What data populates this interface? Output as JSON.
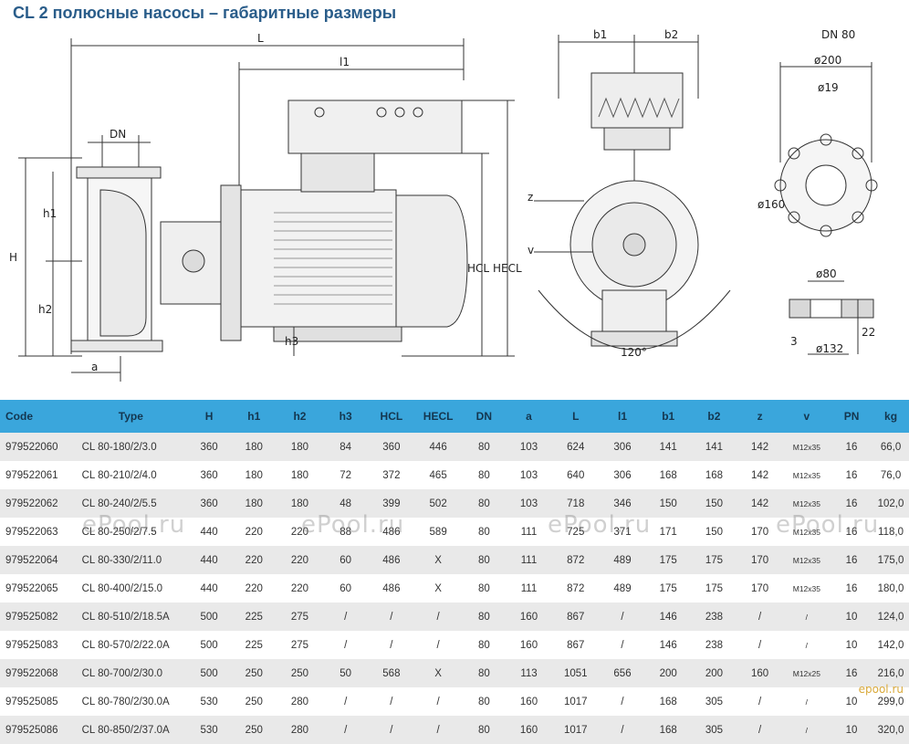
{
  "title": "CL 2 полюсные насосы – габаритные размеры",
  "drawing": {
    "labels": {
      "L": "L",
      "l1": "l1",
      "DN": "DN",
      "h1": "h1",
      "H": "H",
      "h2": "h2",
      "a": "a",
      "h3": "h3",
      "HCL": "HCL",
      "HECL": "HECL",
      "b1": "b1",
      "b2": "b2",
      "z": "z",
      "v": "v",
      "angle": "120°",
      "flange_title": "DN 80",
      "d200": "ø200",
      "d19": "ø19",
      "d160": "ø160",
      "d80": "ø80",
      "d132": "ø132",
      "t3": "3",
      "t22": "22"
    }
  },
  "table": {
    "columns": [
      "Code",
      "Type",
      "H",
      "h1",
      "h2",
      "h3",
      "HCL",
      "HECL",
      "DN",
      "a",
      "L",
      "l1",
      "b1",
      "b2",
      "z",
      "v",
      "PN",
      "kg"
    ],
    "rows": [
      [
        "979522060",
        "CL 80-180/2/3.0",
        "360",
        "180",
        "180",
        "84",
        "360",
        "446",
        "80",
        "103",
        "624",
        "306",
        "141",
        "141",
        "142",
        "M12x35",
        "16",
        "66,0"
      ],
      [
        "979522061",
        "CL 80-210/2/4.0",
        "360",
        "180",
        "180",
        "72",
        "372",
        "465",
        "80",
        "103",
        "640",
        "306",
        "168",
        "168",
        "142",
        "M12x35",
        "16",
        "76,0"
      ],
      [
        "979522062",
        "CL 80-240/2/5.5",
        "360",
        "180",
        "180",
        "48",
        "399",
        "502",
        "80",
        "103",
        "718",
        "346",
        "150",
        "150",
        "142",
        "M12x35",
        "16",
        "102,0"
      ],
      [
        "979522063",
        "CL 80-250/2/7.5",
        "440",
        "220",
        "220",
        "88",
        "486",
        "589",
        "80",
        "111",
        "725",
        "371",
        "171",
        "150",
        "170",
        "M12x35",
        "16",
        "118,0"
      ],
      [
        "979522064",
        "CL 80-330/2/11.0",
        "440",
        "220",
        "220",
        "60",
        "486",
        "X",
        "80",
        "111",
        "872",
        "489",
        "175",
        "175",
        "170",
        "M12x35",
        "16",
        "175,0"
      ],
      [
        "979522065",
        "CL 80-400/2/15.0",
        "440",
        "220",
        "220",
        "60",
        "486",
        "X",
        "80",
        "111",
        "872",
        "489",
        "175",
        "175",
        "170",
        "M12x35",
        "16",
        "180,0"
      ],
      [
        "979525082",
        "CL 80-510/2/18.5A",
        "500",
        "225",
        "275",
        "/",
        "/",
        "/",
        "80",
        "160",
        "867",
        "/",
        "146",
        "238",
        "/",
        "/",
        "10",
        "124,0"
      ],
      [
        "979525083",
        "CL 80-570/2/22.0A",
        "500",
        "225",
        "275",
        "/",
        "/",
        "/",
        "80",
        "160",
        "867",
        "/",
        "146",
        "238",
        "/",
        "/",
        "10",
        "142,0"
      ],
      [
        "979522068",
        "CL 80-700/2/30.0",
        "500",
        "250",
        "250",
        "50",
        "568",
        "X",
        "80",
        "113",
        "1051",
        "656",
        "200",
        "200",
        "160",
        "M12x25",
        "16",
        "216,0"
      ],
      [
        "979525085",
        "CL 80-780/2/30.0A",
        "530",
        "250",
        "280",
        "/",
        "/",
        "/",
        "80",
        "160",
        "1017",
        "/",
        "168",
        "305",
        "/",
        "/",
        "10",
        "299,0"
      ],
      [
        "979525086",
        "CL 80-850/2/37.0A",
        "530",
        "250",
        "280",
        "/",
        "/",
        "/",
        "80",
        "160",
        "1017",
        "/",
        "168",
        "305",
        "/",
        "/",
        "10",
        "320,0"
      ]
    ]
  },
  "watermark_text": "ePool.ru",
  "corner_logo": "epool.ru"
}
